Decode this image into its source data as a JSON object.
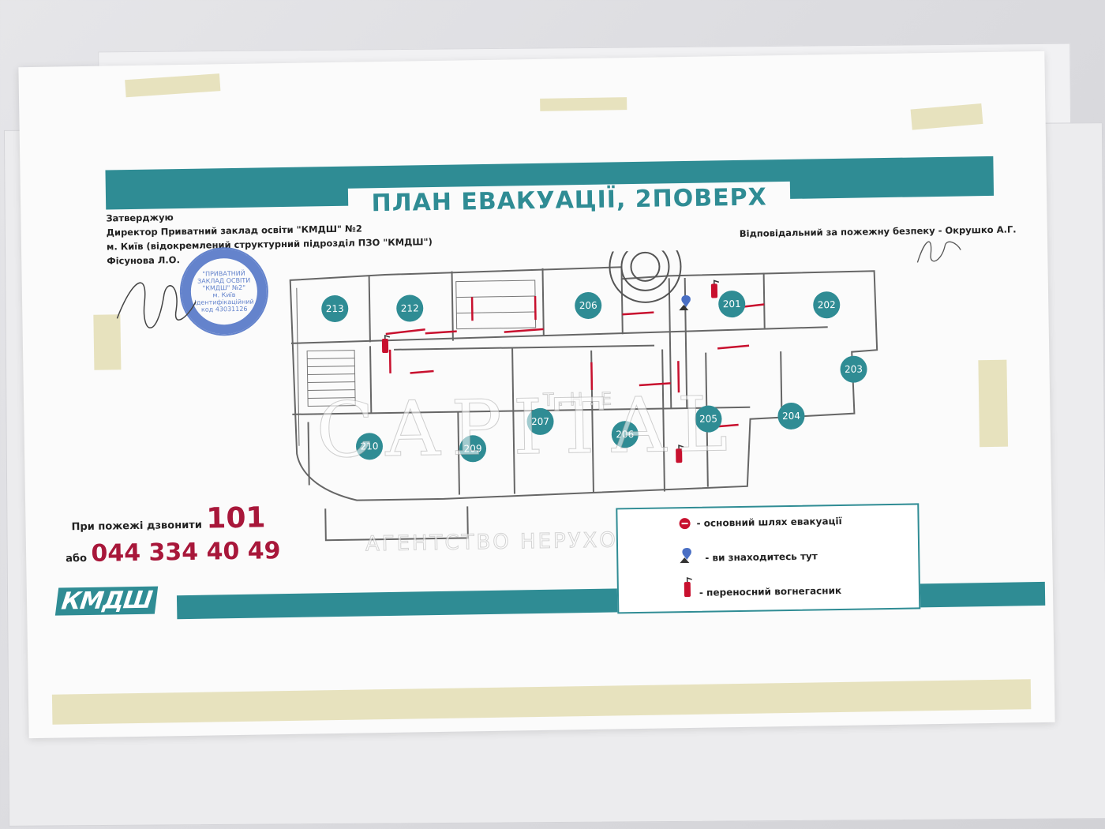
{
  "plan": {
    "title": "ПЛАН ЕВАКУАЦІЇ, 2ПОВЕРХ",
    "approval": {
      "line1": "Затверджую",
      "line2": "Директор Приватний заклад освіти \"КМДШ\" №2",
      "line3": "м. Київ (відокремлений структурний підрозділ ПЗО \"КМДШ\")",
      "line4": "Фісунова Л.О."
    },
    "responsible": "Відповідальний за пожежну безпеку - Окрушко А.Г.",
    "stamp": {
      "line1": "\"ПРИВАТНИЙ",
      "line2": "ЗАКЛАД ОСВІТИ",
      "line3": "\"КМДШ\" №2\"",
      "line4": "м. Київ",
      "line5": "Ідентифікаційний",
      "line6": "код 43031126"
    },
    "rooms": [
      "213",
      "212",
      "206",
      "201",
      "202",
      "203",
      "210",
      "209",
      "207",
      "206",
      "205",
      "204"
    ],
    "phones": {
      "fire_label": "При пожежі дзвонити",
      "fire_number": "101",
      "or_label": "або",
      "alt_number": "044 334 40 49"
    },
    "logo": "КМДШ",
    "legend": {
      "evacuation": "- основний шлях евакуації",
      "you_are_here": "- ви знаходитесь тут",
      "extinguisher": "- переносний вогнегасник"
    },
    "watermark": {
      "top": "T.H.E",
      "main": "CAPITAL",
      "sub": "АГЕНТСТВО НЕРУХОМОСТІ"
    }
  },
  "colors": {
    "accent": "#2f8c94",
    "phone": "#a8173a",
    "arrow": "#c8102e",
    "stamp": "#4a6fc4"
  }
}
